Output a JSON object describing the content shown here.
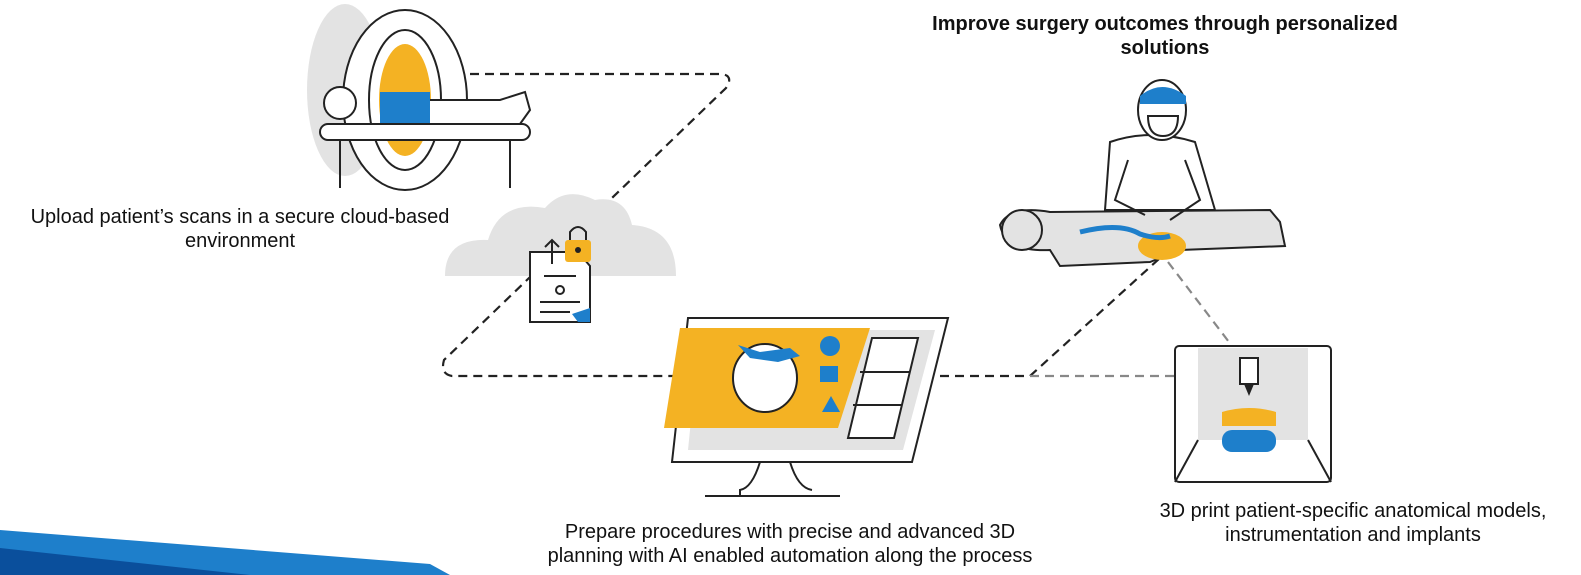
{
  "colors": {
    "accent_orange": "#F4B223",
    "accent_blue": "#1E7FCB",
    "dark_blue": "#0A4F9C",
    "light_gray": "#E3E3E3",
    "line": "#222222"
  },
  "steps": {
    "upload": {
      "line1": "Upload patient’s scans in a secure cloud-based",
      "line2": "environment"
    },
    "prepare": {
      "line1": "Prepare procedures with precise and advanced 3D",
      "line2": "planning with AI enabled automation along the process"
    },
    "print": {
      "line1": "3D print patient-specific anatomical models,",
      "line2": "instrumentation and implants"
    },
    "goal": {
      "line1": "Improve surgery outcomes through personalized",
      "line2": "solutions"
    }
  },
  "icons": [
    "mri-scanner-icon",
    "cloud-lock-document-icon",
    "monitor-3d-planning-icon",
    "surgeon-operating-icon",
    "3d-printer-icon"
  ]
}
